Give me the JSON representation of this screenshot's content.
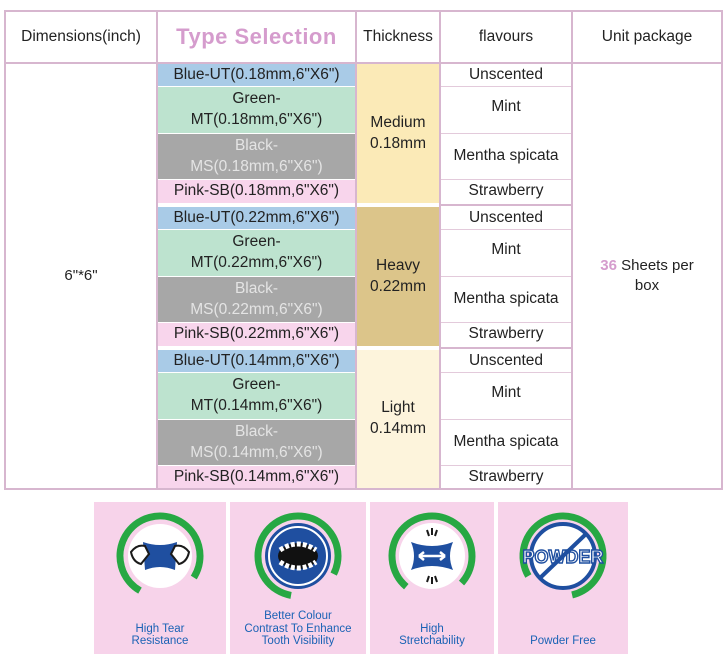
{
  "headers": {
    "dimensions": "Dimensions(inch)",
    "type_selection": "Type  Selection",
    "thickness": "Thickness",
    "flavours": "flavours",
    "unit_package": "Unit package"
  },
  "dimension_value": "6\"*6\"",
  "unit": {
    "count": "36",
    "text_a": " Sheets per",
    "text_b": "box"
  },
  "groups": [
    {
      "thickness_name": "Medium",
      "thickness_value": "0.18mm",
      "types": {
        "blue": "Blue-UT(0.18mm,6\"X6\")",
        "green_a": "Green-",
        "green_b": "MT(0.18mm,6\"X6\")",
        "black_a": "Black-",
        "black_b": "MS(0.18mm,6\"X6\")",
        "pink": "Pink-SB(0.18mm,6\"X6\")"
      },
      "flavours": [
        "Unscented",
        "Mint",
        "Mentha spicata",
        "Strawberry"
      ]
    },
    {
      "thickness_name": "Heavy",
      "thickness_value": "0.22mm",
      "types": {
        "blue": "Blue-UT(0.22mm,6\"X6\")",
        "green_a": "Green-",
        "green_b": "MT(0.22mm,6\"X6\")",
        "black_a": "Black-",
        "black_b": "MS(0.22mm,6\"X6\")",
        "pink": "Pink-SB(0.22mm,6\"X6\")"
      },
      "flavours": [
        "Unscented",
        "Mint",
        "Mentha spicata",
        "Strawberry"
      ]
    },
    {
      "thickness_name": "Light",
      "thickness_value": "0.14mm",
      "types": {
        "blue": "Blue-UT(0.14mm,6\"X6\")",
        "green_a": "Green-",
        "green_b": "MT(0.14mm,6\"X6\")",
        "black_a": "Black-",
        "black_b": "MS(0.14mm,6\"X6\")",
        "pink": "Pink-SB(0.14mm,6\"X6\")"
      },
      "flavours": [
        "Unscented",
        "Mint",
        "Mentha spicata",
        "Strawberry"
      ]
    }
  ],
  "features": [
    {
      "label": "High Tear\nResistance",
      "icon": "hands-stretching-sheet-icon"
    },
    {
      "label": "Better Colour\nContrast To Enhance\nTooth Visibility",
      "icon": "open-mouth-teeth-icon"
    },
    {
      "label": "High\nStretchability",
      "icon": "stretch-arrows-icon"
    },
    {
      "label": "Powder Free",
      "icon": "no-powder-icon",
      "badge": "POWDER"
    }
  ],
  "colors": {
    "border": "#d7b6cf",
    "accent_pink": "#d59ccd",
    "blue_sheet": "#a9cbe7",
    "green_sheet": "#bde3cf",
    "black_sheet": "#a7a7a7",
    "pink_sheet": "#f8d5ec",
    "medium": "#fbeab7",
    "heavy": "#dcc58a",
    "light": "#fdf4dc",
    "feature_bg": "#f7d3ea",
    "icon_blue": "#1f4fa0",
    "icon_green": "#27a843"
  }
}
